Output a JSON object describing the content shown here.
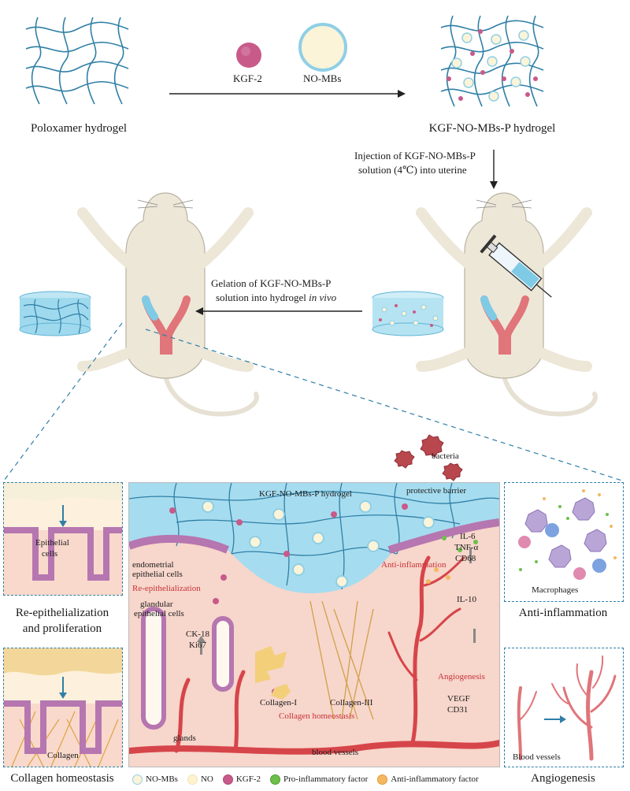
{
  "top": {
    "poloxamer_label": "Poloxamer hydrogel",
    "kgf_label": "KGF-2",
    "nomb_label": "NO-MBs",
    "product_label": "KGF-NO-MBs-P hydrogel",
    "injection_line1": "Injection of KGF-NO-MBs-P",
    "injection_line2": "solution (4℃) into uterine",
    "gelation_line1": "Gelation of KGF-NO-MBs-P",
    "gelation_line2_a": "solution into hydrogel ",
    "gelation_line2_b": "in vivo"
  },
  "center": {
    "hydrogel_label": "KGF-NO-MBs-P hydrogel",
    "bacteria_label": "bacteria",
    "barrier_label": "protective barrier",
    "endometrial_label_1": "endometrial",
    "endometrial_label_2": "epithelial cells",
    "reepi_label": "Re-epithelialization",
    "glandular_1": "glandular",
    "glandular_2": "epithelial cells",
    "ck18": "CK-18",
    "ki67": "Ki67",
    "il6": "IL-6",
    "tnf": "TNF-α",
    "cd68": "CD68",
    "il10": "IL-10",
    "anti_inflam": "Anti-inflammation",
    "collagen1": "Collagen-I",
    "collagen3": "Collagen-III",
    "collagen_homeo": "Collagen homeostasis",
    "angiogenesis": "Angiogenesis",
    "vegf": "VEGF",
    "cd31": "CD31",
    "glands": "glands",
    "blood_vessels": "blood vessels"
  },
  "left_panels": {
    "epithelial_cells_1": "Epithelial",
    "epithelial_cells_2": "cells",
    "reepi_title_1": "Re-epithelialization",
    "reepi_title_2": "and proliferation",
    "collagen_label": "Collagen",
    "collagen_title": "Collagen homeostasis"
  },
  "right_panels": {
    "macrophages": "Macrophages",
    "anti_inflam_title": "Anti-inflammation",
    "blood_vessels": "Blood vessels",
    "angiogenesis_title": "Angiogenesis"
  },
  "legend": [
    {
      "label": "NO-MBs",
      "color": "#fbf4d8",
      "border": "#8fcfe6"
    },
    {
      "label": "NO",
      "color": "#fff3cf",
      "border": "#f0e4b8"
    },
    {
      "label": "KGF-2",
      "color": "#c85a8a",
      "border": "#b04a78"
    },
    {
      "label": "Pro-inflammatory factor",
      "color": "#6cc04a",
      "border": "#4f9a35"
    },
    {
      "label": "Anti-inflammatory factor",
      "color": "#f4b860",
      "border": "#e09a3a"
    }
  ],
  "colors": {
    "hydrogel_blue": "#a6dcef",
    "tissue_pink": "#f5cfc4",
    "vessel_red": "#d6454a",
    "kgf_pink": "#c85a8a",
    "mesh_blue": "#2f7fa6"
  }
}
